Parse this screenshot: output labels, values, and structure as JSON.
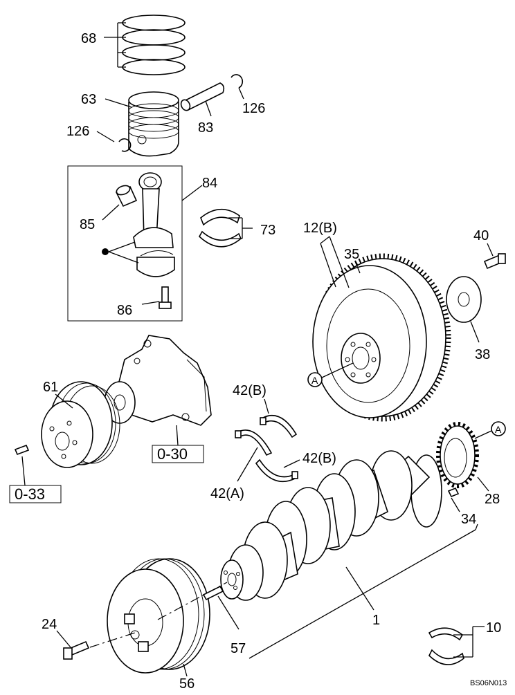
{
  "callouts": {
    "c68": "68",
    "c63": "63",
    "c126a": "126",
    "c126b": "126",
    "c83": "83",
    "c84": "84",
    "c85": "85",
    "c73": "73",
    "c86": "86",
    "c12b": "12(B)",
    "c35": "35",
    "c40": "40",
    "c38": "38",
    "c61": "61",
    "c42b1": "42(B)",
    "c42b2": "42(B)",
    "c42a": "42(A)",
    "c28": "28",
    "c34": "34",
    "c1": "1",
    "c24": "24",
    "c57": "57",
    "c56": "56",
    "c10": "10"
  },
  "refs": {
    "r030": "0-30",
    "r033": "0-33"
  },
  "markers": {
    "a1": "A",
    "a2": "A"
  },
  "drawing_code": "BS06N013"
}
